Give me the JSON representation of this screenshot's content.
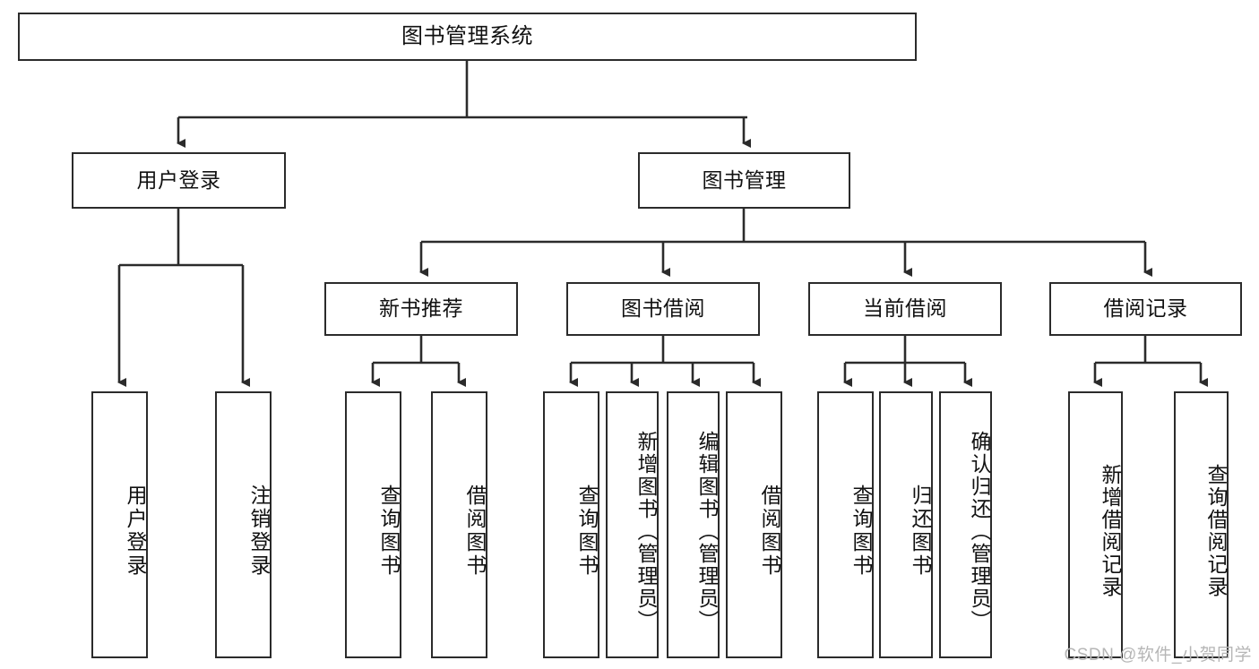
{
  "diagram": {
    "title": "图书管理系统",
    "watermark": "CSDN @软件_小贺同学",
    "levels": {
      "root": {
        "label": "图书管理系统"
      },
      "level2": [
        {
          "label": "用户登录"
        },
        {
          "label": "图书管理"
        }
      ],
      "level3": [
        {
          "label": "新书推荐"
        },
        {
          "label": "图书借阅"
        },
        {
          "label": "当前借阅"
        },
        {
          "label": "借阅记录"
        }
      ],
      "leaves": [
        {
          "label": "用户登录",
          "parent": "用户登录"
        },
        {
          "label": "注销登录",
          "parent": "用户登录"
        },
        {
          "label": "查询图书",
          "parent": "新书推荐"
        },
        {
          "label": "借阅图书",
          "parent": "新书推荐"
        },
        {
          "label": "查询图书",
          "parent": "图书借阅"
        },
        {
          "label": "新增图书（管理员）",
          "parent": "图书借阅"
        },
        {
          "label": "编辑图书（管理员）",
          "parent": "图书借阅"
        },
        {
          "label": "借阅图书",
          "parent": "图书借阅"
        },
        {
          "label": "查询图书",
          "parent": "当前借阅"
        },
        {
          "label": "归还图书",
          "parent": "当前借阅"
        },
        {
          "label": "确认归还（管理员）",
          "parent": "当前借阅"
        },
        {
          "label": "新增借阅记录",
          "parent": "借阅记录"
        },
        {
          "label": "查询借阅记录",
          "parent": "借阅记录"
        }
      ]
    },
    "colors": {
      "stroke": "#2b2b2b",
      "fill": "#ffffff",
      "text": "#111111",
      "watermark": "#b6b6b6"
    }
  }
}
